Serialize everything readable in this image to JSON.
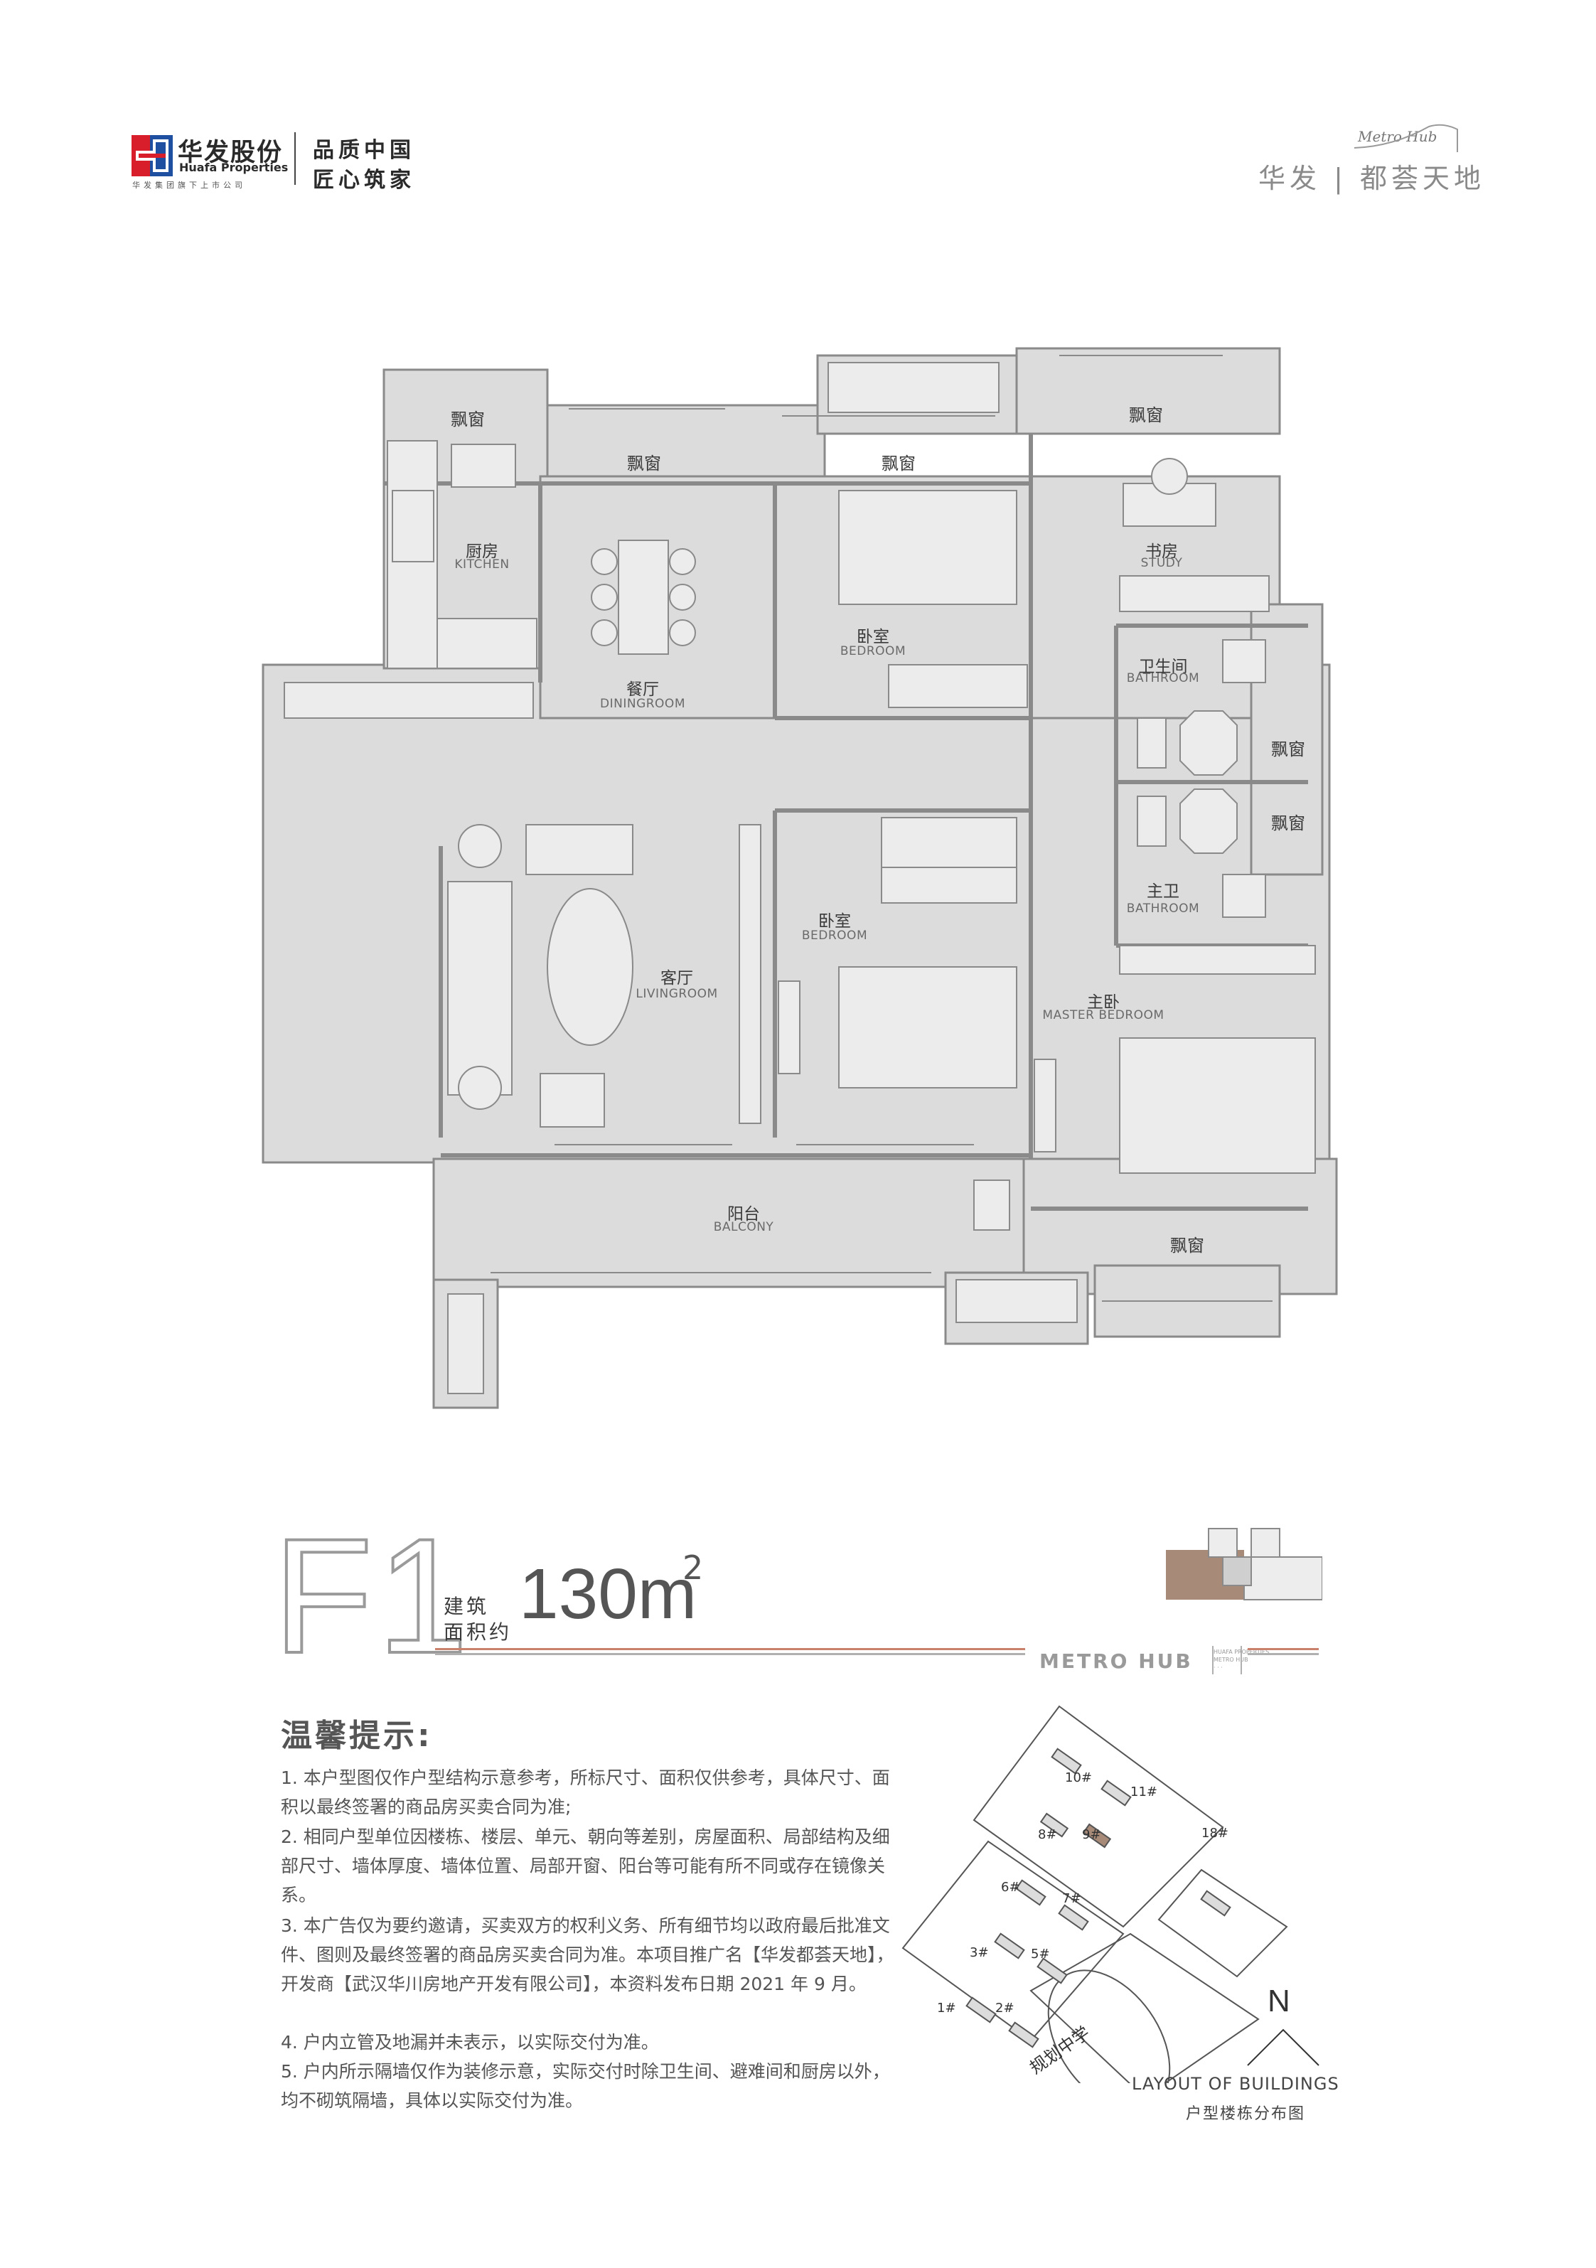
{
  "header": {
    "brand_cn": "华发股份",
    "brand_en": "Huafa Properties",
    "brand_sub": "华发集团旗下上市公司",
    "slogan_line1": "品质中国",
    "slogan_line2": "匠心筑家",
    "project_name": "华发 | 都荟天地",
    "project_script": "Metro Hub"
  },
  "plan": {
    "rooms": {
      "kitchen_cn": "厨房",
      "kitchen_en": "KITCHEN",
      "dining_cn": "餐厅",
      "dining_en": "DININGROOM",
      "bedroom1_cn": "卧室",
      "bedroom1_en": "BEDROOM",
      "study_cn": "书房",
      "study_en": "STUDY",
      "bath1_cn": "卫生间",
      "bath1_en": "BATHROOM",
      "living_cn": "客厅",
      "living_en": "LIVINGROOM",
      "bedroom2_cn": "卧室",
      "bedroom2_en": "BEDROOM",
      "masterbath_cn": "主卫",
      "masterbath_en": "BATHROOM",
      "master_cn": "主卧",
      "master_en": "MASTER BEDROOM",
      "balcony_cn": "阳台",
      "balcony_en": "BALCONY"
    },
    "bay_window": "飘窗"
  },
  "unit": {
    "code": "F1",
    "area_label_1": "建筑",
    "area_label_2": "面积约",
    "area_value": "130m",
    "area_sup": "2",
    "metro": "METRO HUB",
    "metro_small_1": "HUAFA PROPERTIES",
    "metro_small_2": "METRO HUB",
    "metro_small_3": "· · ·"
  },
  "notes": {
    "title": "温馨提示:",
    "items": [
      "1. 本户型图仅作户型结构示意参考，所标尺寸、面积仅供参考，具体尺寸、面积以最终签署的商品房买卖合同为准;",
      "2. 相同户型单位因楼栋、楼层、单元、朝向等差别，房屋面积、局部结构及细部尺寸、墙体厚度、墙体位置、局部开窗、阳台等可能有所不同或存在镜像关系。",
      "3. 本广告仅为要约邀请，买卖双方的权利义务、所有细节均以政府最后批准文件、图则及最终签署的商品房买卖合同为准。本项目推广名【华发都荟天地】，开发商【武汉华川房地产开发有限公司】，本资料发布日期 2021 年 9 月。",
      "4. 户内立管及地漏并未表示，以实际交付为准。",
      "5. 户内所示隔墙仅作为装修示意，实际交付时除卫生间、避难间和厨房以外，均不砌筑隔墙，具体以实际交付为准。"
    ]
  },
  "layout": {
    "title_en": "LAYOUT OF BUILDINGS",
    "title_cn": "户型楼栋分布图",
    "north": "N",
    "school": "规划中学",
    "buildings": [
      "10#",
      "11#",
      "8#",
      "9#",
      "18#",
      "6#",
      "7#",
      "3#",
      "5#",
      "1#",
      "2#"
    ]
  },
  "colors": {
    "floor_fill": "#dcdcdc",
    "wall_stroke": "#8a8a8a",
    "accent_line": "#c9816b",
    "highlight_unit": "#a88a78"
  }
}
